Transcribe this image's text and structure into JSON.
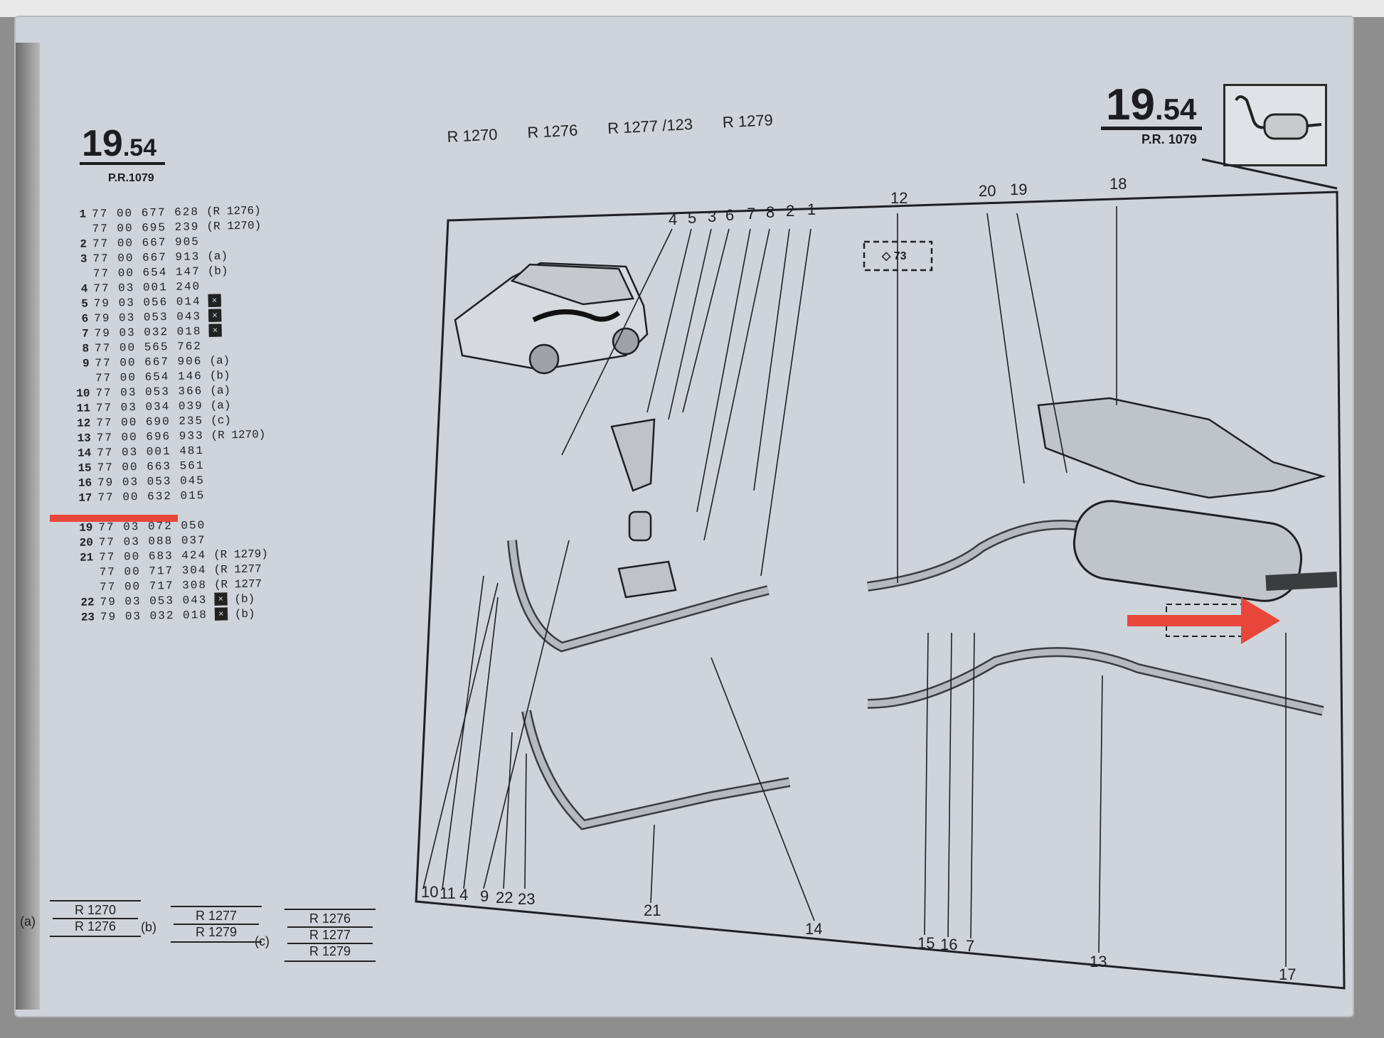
{
  "header": {
    "left_number_main": "19",
    "left_number_sub": ".54",
    "left_pr": "P.R.1079",
    "right_number_main": "19",
    "right_number_sub": ".54",
    "right_pr": "P.R. 1079"
  },
  "variants": [
    "R 1270",
    "R 1276",
    "R 1277 /123",
    "R 1279"
  ],
  "parts": [
    {
      "n": "1",
      "ref": "77 00 677 628",
      "note": "(R 1276)"
    },
    {
      "n": "",
      "ref": "77 00 695 239",
      "note": "(R 1270)"
    },
    {
      "n": "2",
      "ref": "77 00 667 905",
      "note": ""
    },
    {
      "n": "3",
      "ref": "77 00 667 913",
      "note": "(a)"
    },
    {
      "n": "",
      "ref": "77 00 654 147",
      "note": "(b)"
    },
    {
      "n": "4",
      "ref": "77 03 001 240",
      "note": ""
    },
    {
      "n": "5",
      "ref": "79 03 056 014",
      "note": "",
      "x": true
    },
    {
      "n": "6",
      "ref": "79 03 053 043",
      "note": "",
      "x": true
    },
    {
      "n": "7",
      "ref": "79 03 032 018",
      "note": "",
      "x": true
    },
    {
      "n": "8",
      "ref": "77 00 565 762",
      "note": ""
    },
    {
      "n": "9",
      "ref": "77 00 667 906",
      "note": "(a)"
    },
    {
      "n": "",
      "ref": "77 00 654 146",
      "note": "(b)"
    },
    {
      "n": "10",
      "ref": "77 03 053 366",
      "note": "(a)"
    },
    {
      "n": "11",
      "ref": "77 03 034 039",
      "note": "(a)"
    },
    {
      "n": "12",
      "ref": "77 00 690 235",
      "note": "(c)"
    },
    {
      "n": "13",
      "ref": "77 00 696 933",
      "note": "(R 1270)"
    },
    {
      "n": "14",
      "ref": "77 03 001 481",
      "note": ""
    },
    {
      "n": "15",
      "ref": "77 00 663 561",
      "note": ""
    },
    {
      "n": "16",
      "ref": "79 03 053 045",
      "note": ""
    },
    {
      "n": "17",
      "ref": "77 00 632 015",
      "note": ""
    },
    {
      "n": "",
      "ref": "",
      "note": ""
    },
    {
      "n": "19",
      "ref": "77 03 072 050",
      "note": ""
    },
    {
      "n": "20",
      "ref": "77 03 088 037",
      "note": ""
    },
    {
      "n": "21",
      "ref": "77 00 683 424",
      "note": "(R 1279)"
    },
    {
      "n": "",
      "ref": "77 00 717 304",
      "note": "(R 1277"
    },
    {
      "n": "",
      "ref": "77 00 717 308",
      "note": "(R 1277"
    },
    {
      "n": "22",
      "ref": "79 03 053 043",
      "note": "(b)",
      "x": true
    },
    {
      "n": "23",
      "ref": "79 03 032 018",
      "note": "(b)",
      "x": true
    }
  ],
  "legend": {
    "a": {
      "tag": "(a)",
      "lines": [
        "R 1270",
        "R 1276"
      ]
    },
    "b": {
      "tag": "(b)",
      "lines": [
        "R 1277",
        "R 1279"
      ]
    },
    "c": {
      "tag": "(c)",
      "lines": [
        "R 1276",
        "R 1277",
        "R 1279"
      ]
    }
  },
  "diagram": {
    "box_label": "◇ 73",
    "callouts_top": [
      "4",
      "5",
      "3",
      "6",
      "7",
      "8",
      "2",
      "1",
      "12",
      "20",
      "19",
      "18"
    ],
    "callouts_bottom": [
      "10",
      "11",
      "4",
      "9",
      "22",
      "23",
      "21",
      "14",
      "15",
      "16",
      "7",
      "13",
      "17"
    ]
  },
  "colors": {
    "highlight": "#e9463b",
    "arrow": "#e9463b",
    "paper": "#cfd4da",
    "ink": "#1e2024"
  }
}
